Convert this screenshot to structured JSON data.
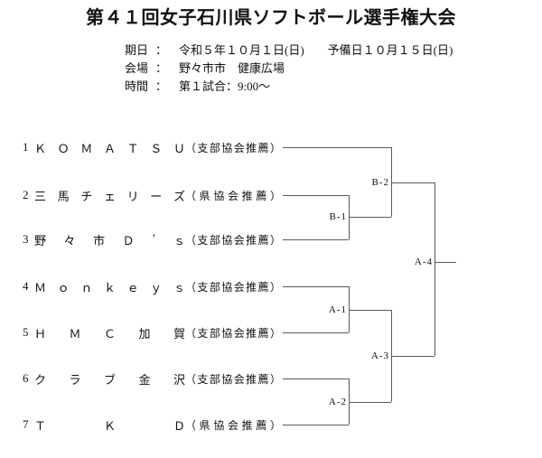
{
  "page": {
    "background": "#ffffff",
    "text_color": "#111111"
  },
  "title": "第４１回女子石川県ソフトボール選手権大会",
  "info": {
    "rows": [
      {
        "label": "期日",
        "colon": "：",
        "value": "令和５年１０月１日(日)　　予備日１０月１５日(日)"
      },
      {
        "label": "会場",
        "colon": "：",
        "value": "野々市市　健康広場"
      },
      {
        "label": "時間",
        "colon": "：",
        "value": "第１試合：9:00～"
      }
    ]
  },
  "bracket": {
    "line_color": "#5a5a5a",
    "teams": [
      {
        "seed": "1",
        "name": "ＫＯＭＡＴＳＵ",
        "affiliation": "（支部協会推薦）"
      },
      {
        "seed": "2",
        "name": "三馬チェリーズ",
        "affiliation": "（県協会推薦）"
      },
      {
        "seed": "3",
        "name": "野々市Ｄ’ｓ",
        "affiliation": "（支部協会推薦）"
      },
      {
        "seed": "4",
        "name": "Ｍｏｎｋｅｙｓ",
        "affiliation": "（支部協会推薦）"
      },
      {
        "seed": "5",
        "name": "ＨＭＣ加賀",
        "affiliation": "（支部協会推薦）"
      },
      {
        "seed": "6",
        "name": "クラブ金沢",
        "affiliation": "（支部協会推薦）"
      },
      {
        "seed": "7",
        "name": "ＴＫＤ",
        "affiliation": "（県協会推薦）"
      }
    ],
    "match_labels": {
      "b1": "B-1",
      "b2": "B-2",
      "a1": "A-1",
      "a2": "A-2",
      "a3": "A-3",
      "a4": "A-4"
    }
  }
}
